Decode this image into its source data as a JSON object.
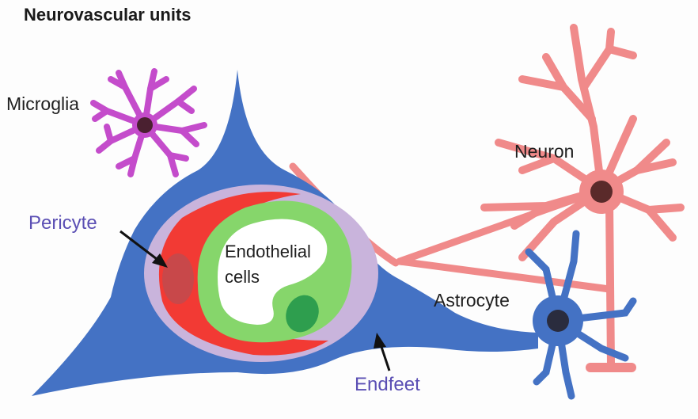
{
  "title": "Neurovascular units",
  "labels": {
    "microglia": "Microglia",
    "neuron": "Neuron",
    "pericyte": "Pericyte",
    "endothelial_line1": "Endothelial",
    "endothelial_line2": "cells",
    "astrocyte": "Astrocyte",
    "endfeet": "Endfeet"
  },
  "colors": {
    "astrocyte_endfeet": "#4472c4",
    "basement_membrane": "#c9b4dc",
    "pericyte": "#f23a34",
    "endothelium": "#86d66b",
    "endothelial_nucleus": "#2e9e4e",
    "neuron": "#f08a8a",
    "microglia": "#c44ccb",
    "label_blue": "#5b4fb4"
  }
}
